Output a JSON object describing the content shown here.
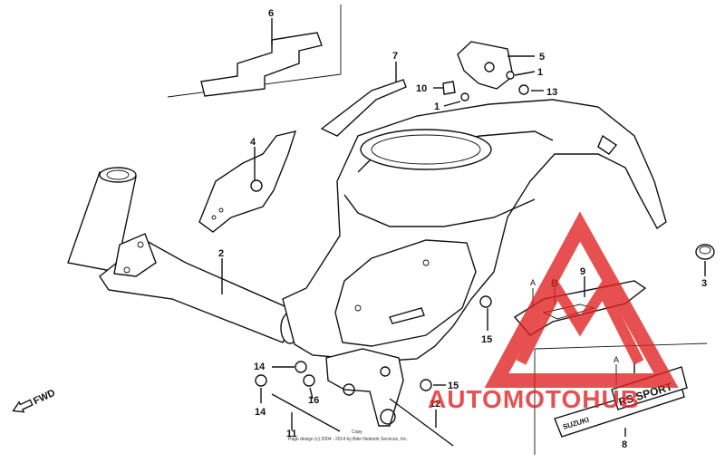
{
  "diagram": {
    "callouts": [
      "6",
      "7",
      "5",
      "1",
      "10",
      "1",
      "13",
      "4",
      "2",
      "3",
      "9",
      "15",
      "14",
      "16",
      "15",
      "14",
      "12",
      "11",
      "8"
    ],
    "sub_labels": {
      "A": "A",
      "B": "B"
    },
    "fwd_label": "FWD",
    "copyright_line1": "Copy",
    "copyright_line2": "Page design (c) 2004 - 2014 by Bike Network Services, Inc.",
    "emblem_text": "RS SPORT",
    "emblem_brand": "SUZUKI",
    "watermark": "AUTOMOTOHUB",
    "colors": {
      "line": "#111111",
      "watermark_red": "#e02020",
      "watermark_yellow": "#f2c500"
    }
  }
}
